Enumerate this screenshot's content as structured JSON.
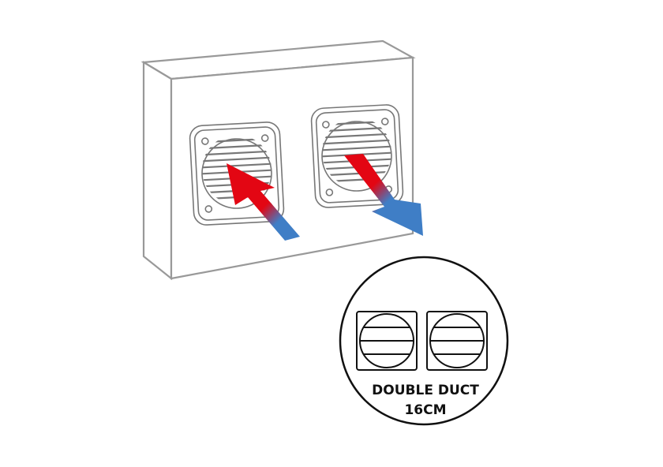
{
  "badge": {
    "line1": "DOUBLE DUCT",
    "line2": "16CM"
  },
  "colors": {
    "outline": "#999999",
    "hot": "#e30613",
    "cold": "#3f7ec6",
    "badge_stroke": "#111111"
  },
  "icons": [
    "wall-unit-illustration",
    "vent-grille",
    "airflow-in-arrow",
    "airflow-out-arrow",
    "double-duct-icon"
  ]
}
